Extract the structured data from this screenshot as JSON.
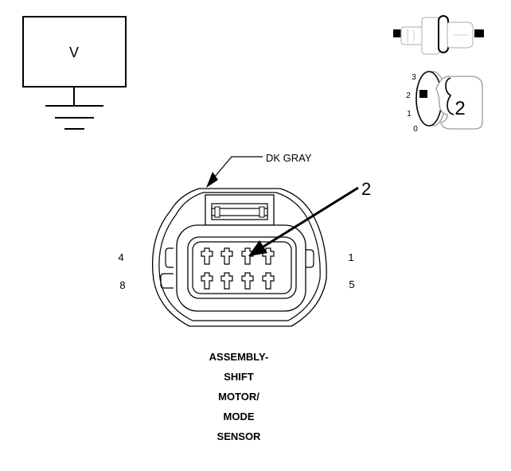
{
  "meter": {
    "label": "V"
  },
  "wire": {
    "color_label": "DK GRAY"
  },
  "callout": {
    "number": "2"
  },
  "key_switch": {
    "positions": [
      "3",
      "2",
      "1",
      "0"
    ],
    "key_number": "2"
  },
  "pin_labels": {
    "top_left": "4",
    "bottom_left": "8",
    "top_right": "1",
    "bottom_right": "5"
  },
  "component_name": [
    "ASSEMBLY-",
    "SHIFT",
    "MOTOR/",
    "MODE",
    "SENSOR"
  ]
}
